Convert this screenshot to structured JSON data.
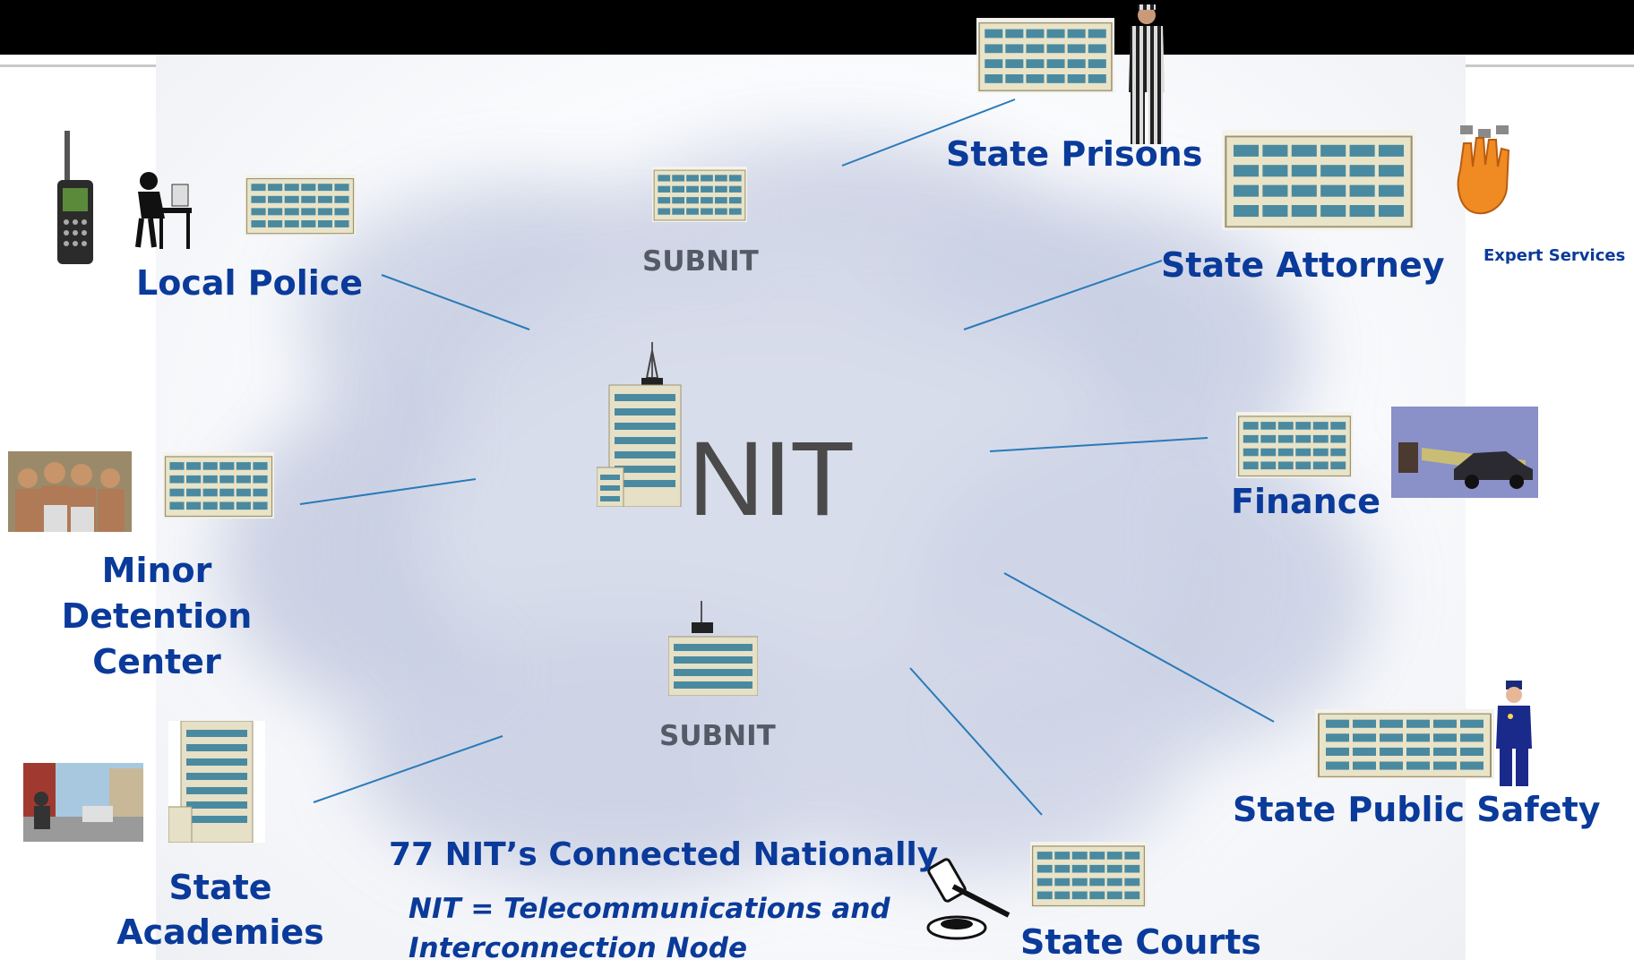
{
  "center": {
    "label": "NIT"
  },
  "subnits": {
    "top": "SUBNIT",
    "bottom": "SUBNIT"
  },
  "nodes": {
    "local_police": "Local Police",
    "minor_detention": [
      "Minor",
      "Detention",
      "Center"
    ],
    "state_academies": [
      "State",
      "Academies"
    ],
    "state_prisons": "State Prisons",
    "state_attorney": "State Attorney",
    "expert_services": "Expert Services",
    "finance": "Finance",
    "state_public_safety": "State Public Safety",
    "state_courts": "State Courts"
  },
  "notes": {
    "connected": "77 NIT’s Connected Nationally",
    "definition_line1": "NIT = Telecommunications and",
    "definition_line2": "Interconnection Node"
  },
  "colors": {
    "label": "#0a3a9a",
    "line": "#2a7ab8",
    "nit": "#4a4a4a",
    "subnit": "#555b66"
  },
  "icons": [
    "radio-icon",
    "computer-user-icon",
    "building-icon",
    "tower-building-icon",
    "prisoner-icon",
    "hand-stop-icon",
    "gang-photo-icon",
    "surveillance-car-icon",
    "police-officer-icon",
    "gavel-icon",
    "street-scene-icon"
  ]
}
